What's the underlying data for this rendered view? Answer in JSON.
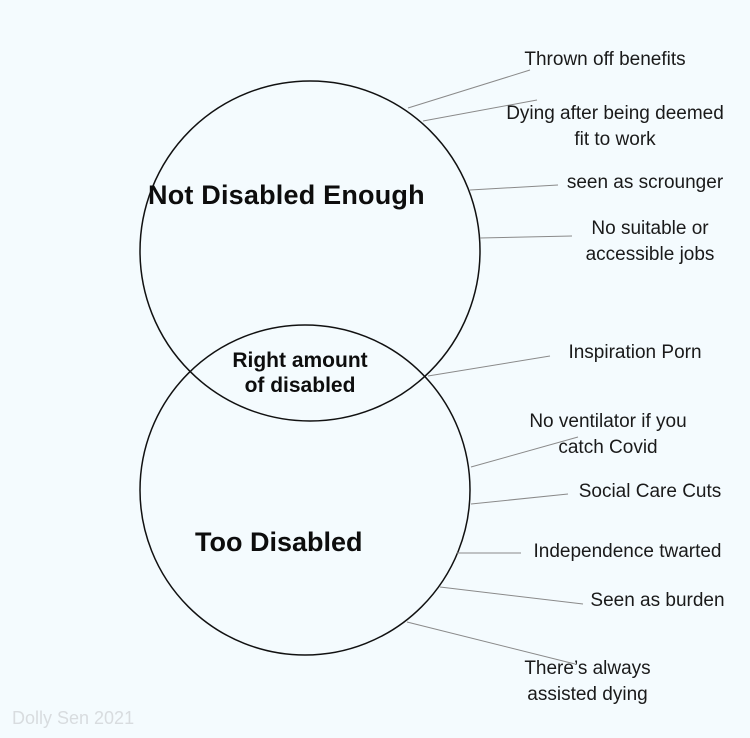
{
  "diagram": {
    "circles": {
      "top": "Not Disabled Enough",
      "overlap": [
        "Right amount",
        "of disabled"
      ],
      "bottom": "Too Disabled"
    },
    "labels": [
      {
        "lines": [
          "Thrown off benefits"
        ]
      },
      {
        "lines": [
          "Dying after being deemed",
          "fit to work"
        ]
      },
      {
        "lines": [
          "seen as scrounger"
        ]
      },
      {
        "lines": [
          "No suitable or",
          "accessible jobs"
        ]
      },
      {
        "lines": [
          "Inspiration Porn"
        ]
      },
      {
        "lines": [
          "No ventilator if you",
          "catch Covid"
        ]
      },
      {
        "lines": [
          "Social Care Cuts"
        ]
      },
      {
        "lines": [
          "Independence twarted"
        ]
      },
      {
        "lines": [
          "Seen as burden"
        ]
      },
      {
        "lines": [
          "There’s always",
          "assisted dying"
        ]
      }
    ],
    "credit": "Dolly Sen 2021"
  }
}
